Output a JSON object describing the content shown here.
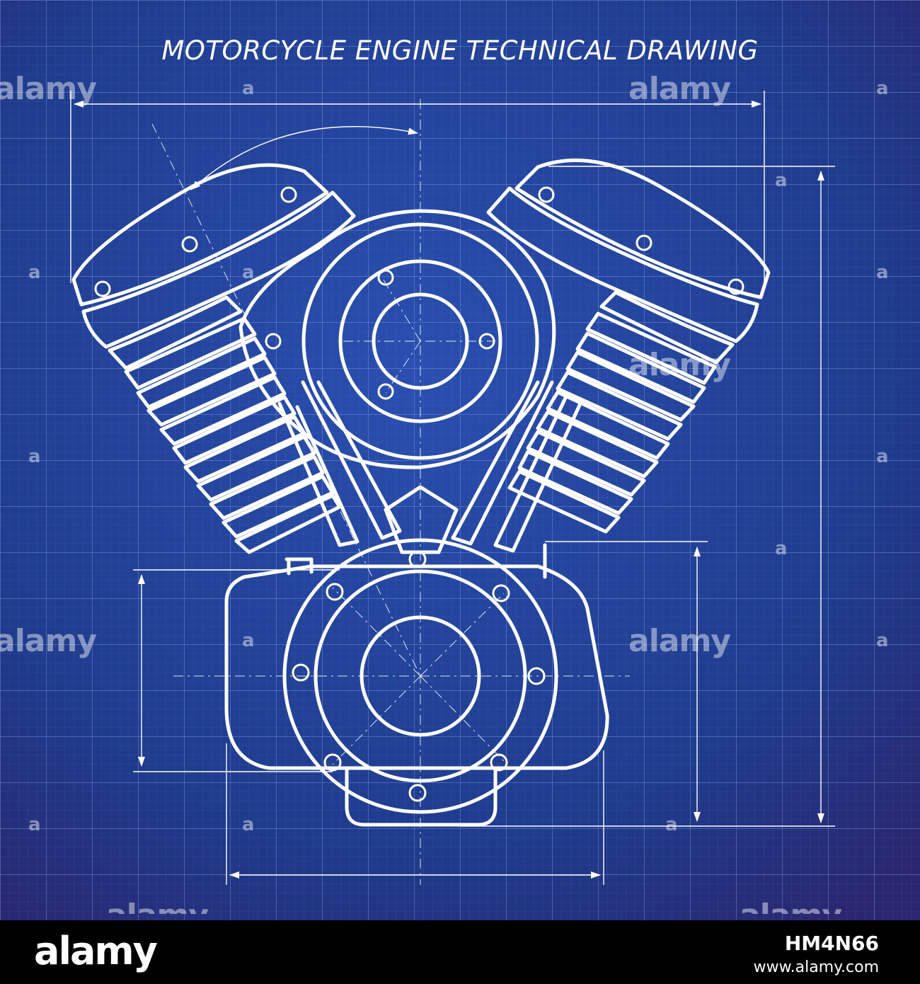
{
  "title": "MOTORCYCLE ENGINE TECHNICAL DRAWING",
  "watermark": "alamy",
  "watermark_dot": "a",
  "footer": {
    "brand": "alamy",
    "image_id": "HM4N66",
    "site": "www.alamy.com"
  },
  "colors": {
    "blueprint_bg": "#1d3a86",
    "line": "#ffffff",
    "footer_bg": "#000000"
  }
}
